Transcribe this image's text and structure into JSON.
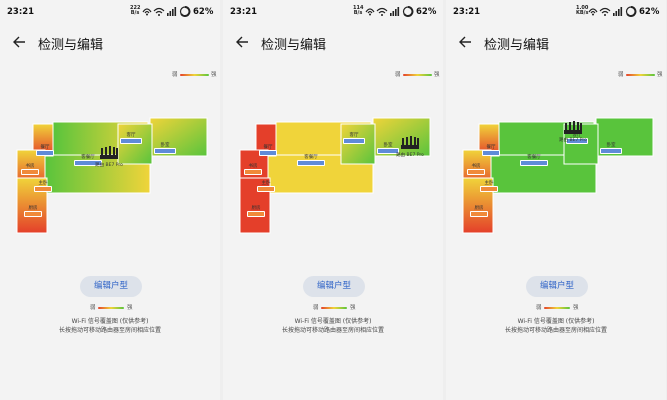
{
  "screens": [
    {
      "time": "23:21",
      "net_speed": "222",
      "net_unit": "B/s",
      "battery": "62%",
      "title": "检测与编辑",
      "legend": {
        "weak": "弱",
        "strong": "强"
      },
      "edit_button": "编辑户型",
      "caption_line1": "Wi-Fi 信号覆盖图 (仅供参考)",
      "caption_line2": "长按拖动可移动路由器至房间相应位置",
      "router_label": "路由 BE7 Pro",
      "room_labels": [
        "客厅",
        "卧室",
        "餐厅",
        "客餐厅",
        "书房",
        "主卧",
        "厨房"
      ]
    },
    {
      "time": "23:21",
      "net_speed": "114",
      "net_unit": "B/s",
      "battery": "62%",
      "title": "检测与编辑",
      "legend": {
        "weak": "弱",
        "strong": "强"
      },
      "edit_button": "编辑户型",
      "caption_line1": "Wi-Fi 信号覆盖图 (仅供参考)",
      "caption_line2": "长按拖动可移动路由器至房间相应位置",
      "router_label": "路由 BE7 Pro",
      "room_labels": [
        "客厅",
        "卧室",
        "餐厅",
        "客餐厅",
        "书房",
        "主卧",
        "厨房"
      ]
    },
    {
      "time": "23:21",
      "net_speed": "1.00",
      "net_unit": "KB/s",
      "battery": "62%",
      "title": "检测与编辑",
      "legend": {
        "weak": "弱",
        "strong": "强"
      },
      "edit_button": "编辑户型",
      "caption_line1": "Wi-Fi 信号覆盖图 (仅供参考)",
      "caption_line2": "长按拖动可移动路由器至房间相应位置",
      "router_label": "路由 BE7 Pro",
      "room_labels": [
        "客厅",
        "卧室",
        "餐厅",
        "客餐厅",
        "书房",
        "主卧",
        "厨房"
      ]
    }
  ],
  "colors": {
    "strong": "#59c43c",
    "medium": "#f0d43a",
    "weak": "#e43f2a",
    "accent": "#2f63c7"
  }
}
